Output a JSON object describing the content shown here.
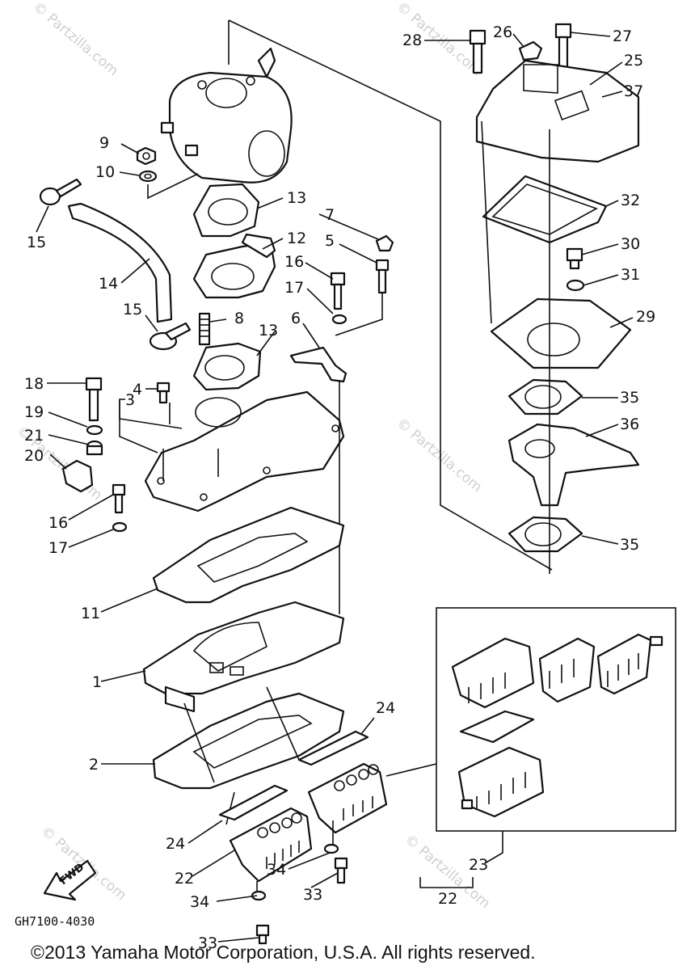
{
  "diagram_code": "GH7100-4030",
  "copyright": "©2013 Yamaha Motor Corporation, U.S.A. All rights reserved.",
  "fwd_label": "FWD",
  "watermark": "© Partzilla.com",
  "callouts": [
    "1",
    "2",
    "3",
    "4",
    "5",
    "6",
    "7",
    "8",
    "9",
    "10",
    "11",
    "12",
    "13",
    "13",
    "14",
    "15",
    "15",
    "16",
    "16",
    "17",
    "17",
    "18",
    "19",
    "20",
    "21",
    "22",
    "22",
    "23",
    "24",
    "24",
    "25",
    "26",
    "27",
    "28",
    "29",
    "30",
    "31",
    "32",
    "33",
    "33",
    "34",
    "34",
    "35",
    "35",
    "36",
    "37"
  ]
}
